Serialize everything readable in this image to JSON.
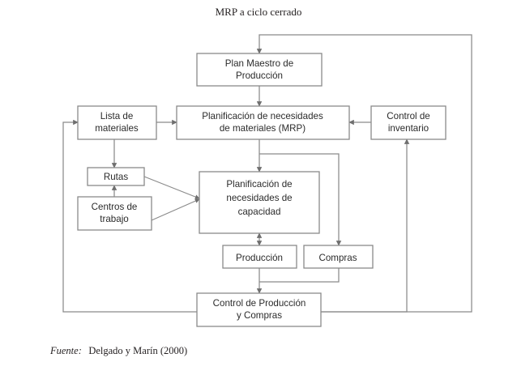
{
  "figure": {
    "title": "MRP a ciclo cerrado",
    "source_prefix": "Fuente:",
    "source_text": "Delgado y Marín (2000)"
  },
  "nodes": {
    "master_plan": {
      "line1": "Plan Maestro de",
      "line2": "Producción"
    },
    "bill_of_materials": {
      "line1": "Lista de",
      "line2": "materiales"
    },
    "mrp": {
      "line1": "Planificación de necesidades",
      "line2": "de materiales (MRP)"
    },
    "inventory_control": {
      "line1": "Control de",
      "line2": "inventario"
    },
    "routes": {
      "line1": "Rutas"
    },
    "work_centers": {
      "line1": "Centros de",
      "line2": "trabajo"
    },
    "capacity_planning": {
      "line1": "Planificación de",
      "line2": "necesidades de",
      "line3": "capacidad"
    },
    "production": {
      "line1": "Producción"
    },
    "purchasing": {
      "line1": "Compras"
    },
    "production_purchase_control": {
      "line1": "Control de Producción",
      "line2": "y Compras"
    }
  },
  "colors": {
    "stroke": "#8a8a8a",
    "text": "#2b2b2b",
    "title_text": "#231f20",
    "background": "#ffffff"
  }
}
